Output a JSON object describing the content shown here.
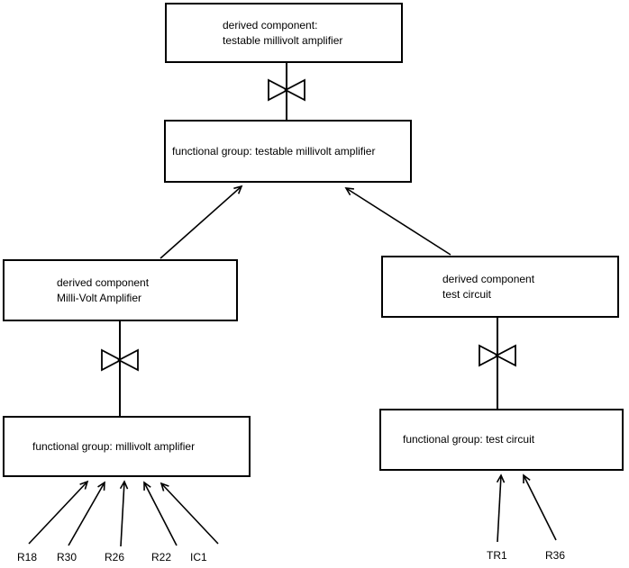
{
  "diagram": {
    "boxes": {
      "top_derived": {
        "line1": "derived component:",
        "line2": "testable millivolt amplifier"
      },
      "fg_top": {
        "label": "functional group: testable millivolt amplifier"
      },
      "left_derived": {
        "line1": "derived component",
        "line2": "Milli-Volt Amplifier"
      },
      "right_derived": {
        "line1": "derived component",
        "line2": "test circuit"
      },
      "fg_left": {
        "label": "functional group: millivolt amplifier"
      },
      "fg_right": {
        "label": "functional group: test circuit"
      }
    },
    "components_left": [
      "R18",
      "R30",
      "R26",
      "R22",
      "IC1"
    ],
    "components_right": [
      "TR1",
      "R36"
    ],
    "colors": {
      "line": "#000000",
      "background": "#ffffff",
      "box_fill": "#ffffff"
    }
  }
}
